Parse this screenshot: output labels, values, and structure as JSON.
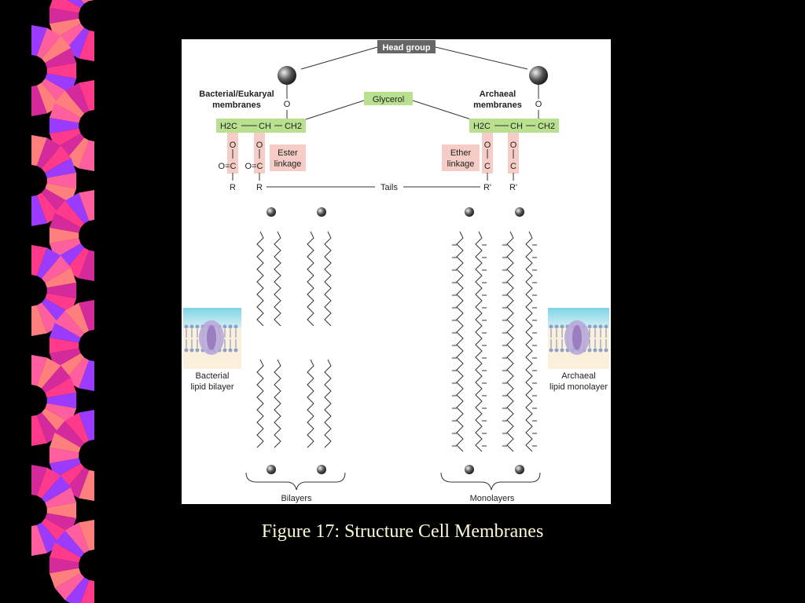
{
  "diagram": {
    "head_group": "Head group",
    "glycerol": "Glycerol",
    "bacterial_title_1": "Bacterial/Eukaryal",
    "bacterial_title_2": "membranes",
    "archaeal_title_1": "Archaeal",
    "archaeal_title_2": "membranes",
    "ester_1": "Ester",
    "ester_2": "linkage",
    "ether_1": "Ether",
    "ether_2": "linkage",
    "tails": "Tails",
    "h2c": "H2C",
    "ch": "CH",
    "ch2": "CH2",
    "o": "O",
    "c": "C",
    "oc": "O=C",
    "r": "R",
    "r_prime": "R'",
    "bacterial_bilayer_1": "Bacterial",
    "bacterial_bilayer_2": "lipid bilayer",
    "archaeal_monolayer_1": "Archaeal",
    "archaeal_monolayer_2": "lipid monolayer",
    "bilayers": "Bilayers",
    "monolayers": "Monolayers",
    "colors": {
      "glycerol_fill": "#b8e08e",
      "linkage_fill": "#f6cdc6",
      "head_group_fill": "#555555"
    }
  },
  "caption": "Figure 17: Structure Cell Membranes"
}
